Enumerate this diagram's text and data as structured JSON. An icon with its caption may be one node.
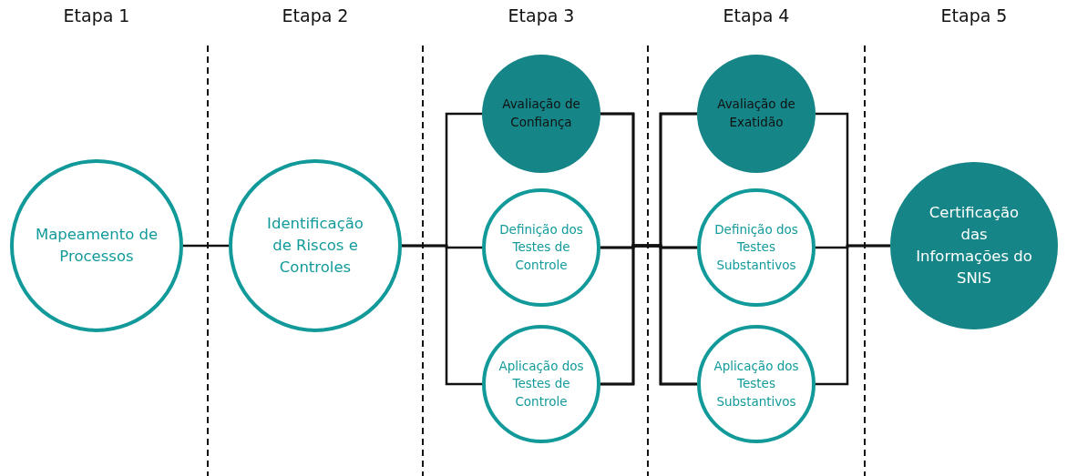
{
  "diagram": {
    "nodes": [
      {
        "text": [
          "Mapeamento de Processos"
        ]
      },
      {
        "text": [
          "Identificação de Riscos e Controles"
        ]
      },
      {
        "text": [
          "Avaliação de Confiança"
        ]
      },
      {
        "text": [
          "Definição dos Testes de Controle"
        ]
      },
      {
        "text": [
          "Aplicação dos Testes de Controle"
        ]
      },
      {
        "text": [
          "Avaliação de Exatidão"
        ]
      },
      {
        "text": [
          "Definição dos Testes Substantivos"
        ]
      },
      {
        "text": [
          "Aplicação dos Testes Substantivos"
        ]
      },
      {
        "text": [
          "Certificação das Informações do SNIS"
        ]
      }
    ],
    "edges": [
      {
        "from": 0,
        "to": 1,
        "arrow": "none"
      },
      {
        "from": 1,
        "to": 2,
        "arrow": "none"
      },
      {
        "from": 1,
        "to": 3,
        "arrow": "none"
      },
      {
        "from": 1,
        "to": 4,
        "arrow": "none"
      },
      {
        "from": 2,
        "to": 5,
        "arrow": "none"
      },
      {
        "from": 2,
        "to": 6,
        "arrow": "none"
      },
      {
        "from": 2,
        "to": 7,
        "arrow": "none"
      },
      {
        "from": 3,
        "to": 5,
        "arrow": "none"
      },
      {
        "from": 3,
        "to": 6,
        "arrow": "none"
      },
      {
        "from": 3,
        "to": 7,
        "arrow": "none"
      },
      {
        "from": 4,
        "to": 5,
        "arrow": "none"
      },
      {
        "from": 4,
        "to": 6,
        "arrow": "none"
      },
      {
        "from": 4,
        "to": 7,
        "arrow": "none"
      },
      {
        "from": 5,
        "to": 8,
        "arrow": "none"
      },
      {
        "from": 6,
        "to": 8,
        "arrow": "none"
      },
      {
        "from": 7,
        "to": 8,
        "arrow": "none"
      }
    ],
    "labels": [
      "Etapa 1",
      "Etapa 2",
      "Etapa 3",
      "Etapa 4",
      "Etapa 5"
    ]
  }
}
